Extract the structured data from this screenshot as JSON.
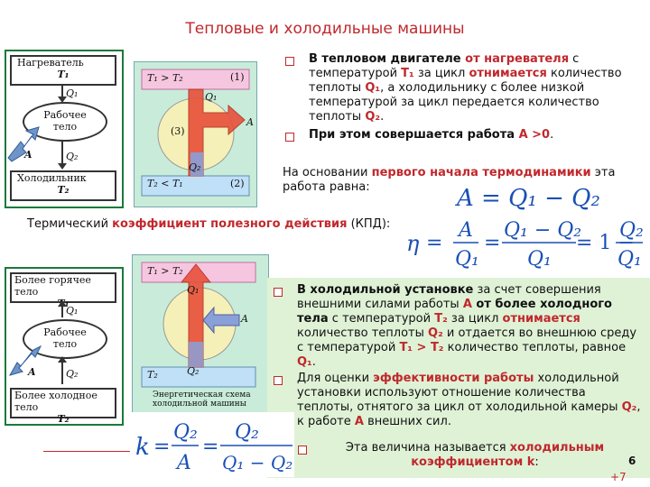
{
  "slide": {
    "title": "Тепловые и холодильные машины",
    "page_number": "6",
    "nav_hint": "+7"
  },
  "heat_engine_schema": {
    "heater_label": "Нагреватель",
    "heater_temp": "T₁",
    "q1": "Q₁",
    "body_label_line1": "Рабочее",
    "body_label_line2": "тело",
    "work": "A",
    "q2": "Q₂",
    "cooler_label": "Холодильник",
    "cooler_temp": "T₂"
  },
  "heat_engine_energy": {
    "top_label": "T₁ > T₂",
    "bottom_label": "T₂ < T₁",
    "marker1": "(1)",
    "marker2": "(2)",
    "marker3": "(3)",
    "q1": "Q₁",
    "q2": "Q₂",
    "work": "A"
  },
  "heat_engine_text": {
    "bullet1": [
      {
        "t": "В тепловом двигателе ",
        "s": "b"
      },
      {
        "t": "от нагревателя",
        "s": "red"
      },
      {
        "t": " с температурой ",
        "s": ""
      },
      {
        "t": "T₁",
        "s": "red"
      },
      {
        "t": " за цикл ",
        "s": ""
      },
      {
        "t": "отнимается",
        "s": "red"
      },
      {
        "t": " количество теплоты ",
        "s": ""
      },
      {
        "t": "Q₁",
        "s": "red"
      },
      {
        "t": ", а холодильнику с более низкой температурой за цикл передается количество теплоты ",
        "s": ""
      },
      {
        "t": "Q₂",
        "s": "red"
      },
      {
        "t": ".",
        "s": ""
      }
    ],
    "bullet2": [
      {
        "t": "При этом совершается работа ",
        "s": "b"
      },
      {
        "t": "A >0",
        "s": "red"
      },
      {
        "t": ".",
        "s": ""
      }
    ],
    "first_law_intro": [
      {
        "t": "На основании ",
        "s": ""
      },
      {
        "t": "первого начала термодинамики",
        "s": "red"
      },
      {
        "t": " эта работа равна:",
        "s": ""
      }
    ],
    "efficiency_intro": [
      {
        "t": "Термический ",
        "s": ""
      },
      {
        "t": "коэффициент полезного действия",
        "s": "red"
      },
      {
        "t": " (КПД):",
        "s": ""
      }
    ]
  },
  "formulas": {
    "work_formula": "A = Q₁ − Q₂",
    "eta_symbol": "η",
    "eq": "=",
    "A": "A",
    "Q1": "Q₁",
    "Q2": "Q₂",
    "Q1_minus_Q2": "Q₁ − Q₂",
    "one_minus": "= 1 −",
    "k_symbol": "k"
  },
  "refrigerator_schema": {
    "hot_label": "Более горячее тело",
    "hot_temp": "T₁",
    "q1": "Q₁",
    "body_label_line1": "Рабочее",
    "body_label_line2": "тело",
    "work": "A",
    "q2": "Q₂",
    "cold_label": "Более холодное тело",
    "cold_temp": "T₂"
  },
  "refrigerator_energy": {
    "top_label": "T₁ > T₂",
    "bottom_label": "T₂",
    "q1": "Q₁",
    "q2": "Q₂",
    "work": "A",
    "caption": "Энергетическая схема холодильной машины"
  },
  "refrigerator_text": {
    "bullet1": [
      {
        "t": "В холодильной установке",
        "s": "b"
      },
      {
        "t": " за счет совершения внешними силами работы ",
        "s": ""
      },
      {
        "t": "A",
        "s": "red"
      },
      {
        "t": " от более холодного тела",
        "s": "b"
      },
      {
        "t": " с температурой ",
        "s": ""
      },
      {
        "t": "T₂",
        "s": "red"
      },
      {
        "t": " за цикл ",
        "s": ""
      },
      {
        "t": "отнимается",
        "s": "red"
      },
      {
        "t": " количество теплоты ",
        "s": ""
      },
      {
        "t": "Q₂",
        "s": "red"
      },
      {
        "t": " и отдается во внешнюю среду с температурой ",
        "s": ""
      },
      {
        "t": "T₁ > T₂",
        "s": "red"
      },
      {
        "t": " количество теплоты, равное ",
        "s": ""
      },
      {
        "t": "Q₁",
        "s": "red"
      },
      {
        "t": ".",
        "s": ""
      }
    ],
    "bullet2": [
      {
        "t": "Для оценки ",
        "s": ""
      },
      {
        "t": "эффективности работы",
        "s": "red"
      },
      {
        "t": " холодильной установки используют отношение количества теплоты, отнятого за цикл от холодильной камеры ",
        "s": ""
      },
      {
        "t": "Q₂",
        "s": "red"
      },
      {
        "t": ", к работе ",
        "s": ""
      },
      {
        "t": "A",
        "s": "red"
      },
      {
        "t": " внешних сил.",
        "s": ""
      }
    ],
    "bullet3": [
      {
        "t": "Эта величина называется ",
        "s": ""
      },
      {
        "t": "холодильным коэффициентом k",
        "s": "red"
      },
      {
        "t": ":",
        "s": ""
      }
    ]
  },
  "colors": {
    "accent_red": "#c0282d",
    "formula_blue": "#1a4fb5",
    "panel_green": "#dff2d6",
    "hot_pink": "#f6c6e0",
    "cold_blue": "#bfe0f7",
    "arrow_red": "#e03a30"
  }
}
